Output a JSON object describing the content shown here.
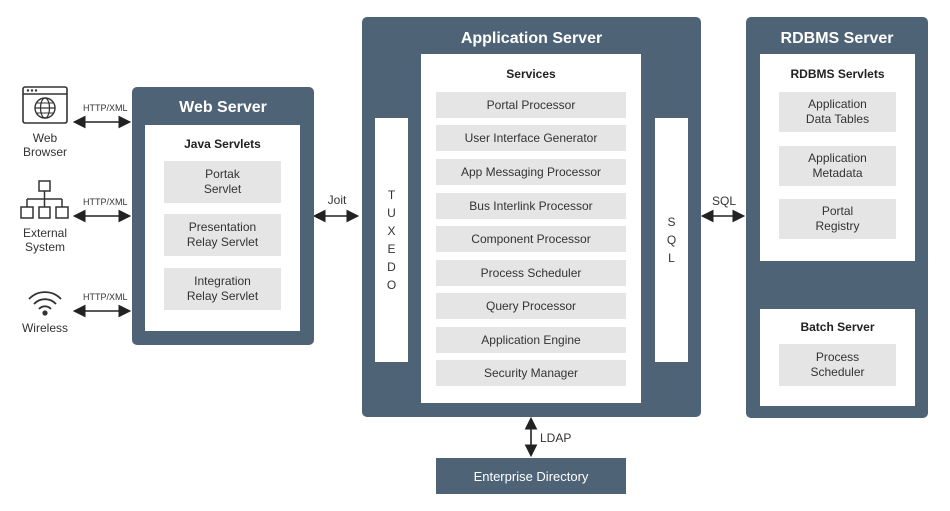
{
  "clients": [
    {
      "label1": "Web",
      "label2": "Browser",
      "icon": "web-browser-icon",
      "protocol": "HTTP/XML"
    },
    {
      "label1": "External",
      "label2": "System",
      "icon": "external-system-icon",
      "protocol": "HTTP/XML"
    },
    {
      "label1": "Wireless",
      "label2": "",
      "icon": "wireless-icon",
      "protocol": "HTTP/XML"
    }
  ],
  "web_server": {
    "title": "Web Server",
    "inner_title": "Java Servlets",
    "servlets": [
      {
        "line1": "Portak",
        "line2": "Servlet"
      },
      {
        "line1": "Presentation",
        "line2": "Relay Servlet"
      },
      {
        "line1": "Integration",
        "line2": "Relay Servlet"
      }
    ]
  },
  "connections": {
    "web_to_app": "Joit",
    "app_to_db": "SQL",
    "app_to_directory": "LDAP"
  },
  "app_server": {
    "title": "Application Server",
    "services_title": "Services",
    "left_bar": [
      "T",
      "U",
      "X",
      "E",
      "D",
      "O"
    ],
    "right_bar": [
      "S",
      "Q",
      "L"
    ],
    "services": [
      "Portal Processor",
      "User Interface Generator",
      "App Messaging Processor",
      "Bus Interlink Processor",
      "Component Processor",
      "Process Scheduler",
      "Query Processor",
      "Application Engine",
      "Security Manager"
    ]
  },
  "rdbms_server": {
    "title": "RDBMS Server",
    "inner_title": "RDBMS Servlets",
    "servlets": [
      {
        "line1": "Application",
        "line2": "Data Tables"
      },
      {
        "line1": "Application",
        "line2": "Metadata"
      },
      {
        "line1": "Portal",
        "line2": "Registry"
      }
    ],
    "batch_title": "Batch Server",
    "batch_item": {
      "line1": "Process",
      "line2": "Scheduler"
    }
  },
  "enterprise_directory": "Enterprise Directory",
  "colors": {
    "panel": "#4f6377",
    "box": "#e5e5e5"
  }
}
